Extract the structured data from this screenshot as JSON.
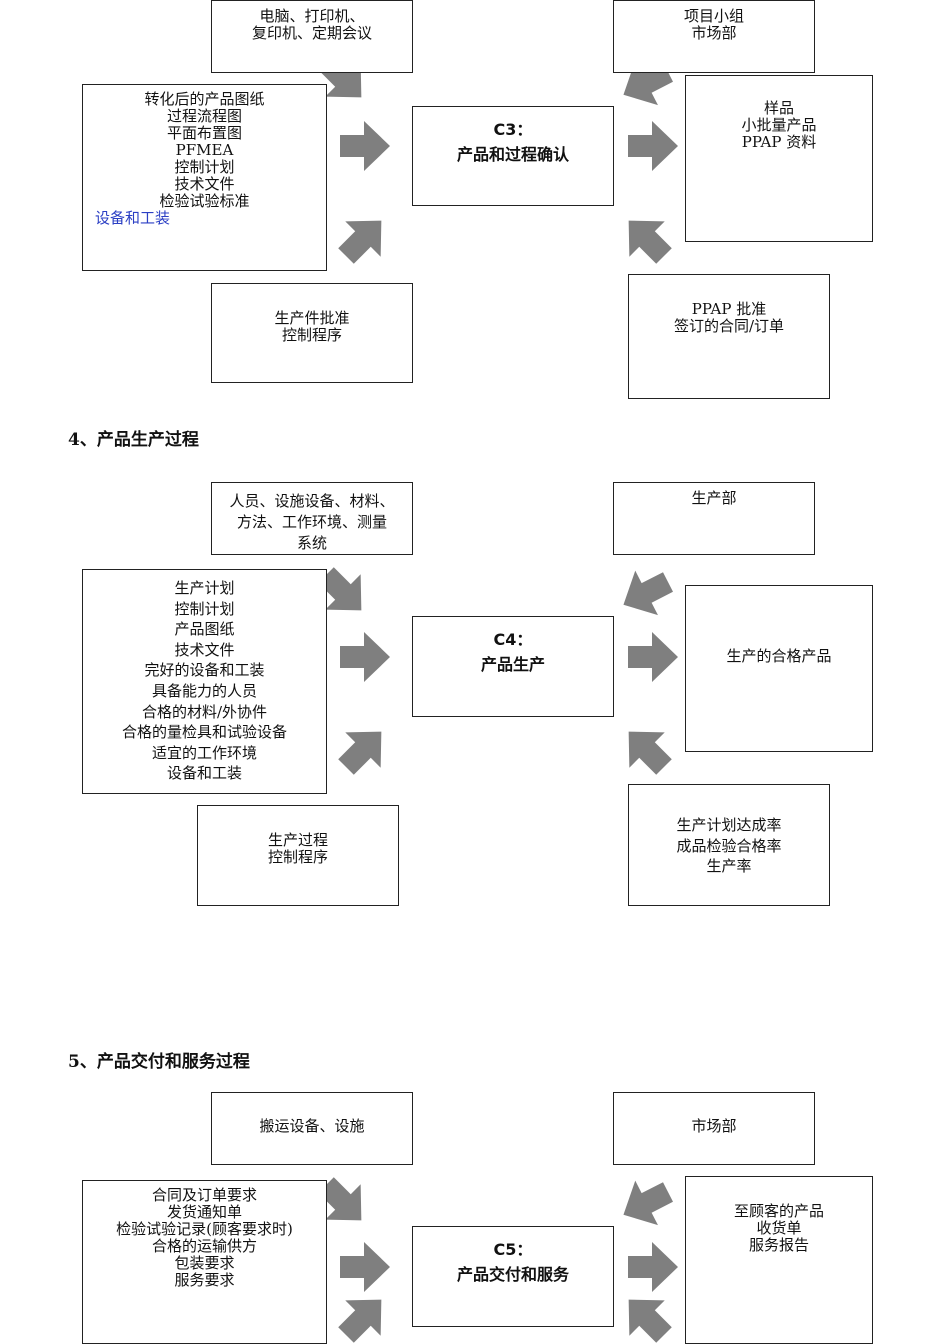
{
  "section3": {
    "top_left": [
      "电脑、打印机、",
      "复印机、定期会议"
    ],
    "top_right": [
      "项目小组",
      "市场部"
    ],
    "left": [
      "转化后的产品图纸",
      "过程流程图",
      "平面布置图",
      "PFMEA",
      "控制计划",
      "技术文件",
      "检验试验标准"
    ],
    "left_extra": "设备和工装",
    "center": [
      "C3：",
      "产品和过程确认"
    ],
    "right": [
      "样品",
      "小批量产品",
      "PPAP 资料"
    ],
    "bottom_left": [
      "生产件批准",
      "控制程序"
    ],
    "bottom_right": [
      "PPAP 批准",
      "签订的合同/订单"
    ]
  },
  "section4": {
    "heading": "4、产品生产过程",
    "top_left": [
      "人员、设施设备、材料、",
      "方法、工作环境、测量",
      "系统"
    ],
    "top_right": [
      "生产部"
    ],
    "left": [
      "生产计划",
      "控制计划",
      "产品图纸",
      "技术文件",
      "完好的设备和工装",
      "具备能力的人员",
      "合格的材料/外协件",
      "合格的量检具和试验设备",
      "适宜的工作环境",
      "设备和工装"
    ],
    "center": [
      "C4：",
      "产品生产"
    ],
    "right": [
      "生产的合格产品"
    ],
    "bottom_left": [
      "生产过程",
      "控制程序"
    ],
    "bottom_right": [
      "生产计划达成率",
      "成品检验合格率",
      "生产率"
    ]
  },
  "section5": {
    "heading": "5、产品交付和服务过程",
    "top_left": [
      "搬运设备、设施"
    ],
    "top_right": [
      "市场部"
    ],
    "left": [
      "合同及订单要求",
      "发货通知单",
      "检验试验记录(顾客要求时)",
      "合格的运输供方",
      "包装要求",
      "服务要求"
    ],
    "center": [
      "C5：",
      "产品交付和服务"
    ],
    "right": [
      "至顾客的产品",
      "收货单",
      "服务报告"
    ]
  },
  "colors": {
    "arrow": "#7f7f7f",
    "border": "#222222",
    "blue_text": "#2b3fc4"
  }
}
